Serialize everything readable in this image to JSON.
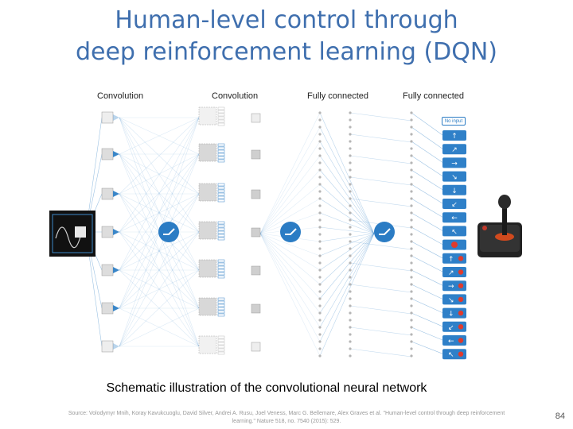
{
  "title": {
    "line1": "Human-level control through",
    "line2": "deep reinforcement learning (DQN)"
  },
  "figure": {
    "column_labels": {
      "conv1": "Convolution",
      "conv2": "Convolution",
      "fc1": "Fully connected",
      "fc2": "Fully connected"
    },
    "no_input_label": "No input",
    "action_arrows": [
      "↑",
      "↗",
      "→",
      "↘",
      "↓",
      "↙",
      "←",
      "↖",
      "●",
      "↑+●",
      "↗+●",
      "→+●",
      "↘+●",
      "↓+●",
      "↙+●",
      "←+●",
      "↖+●"
    ],
    "colors": {
      "accent_blue": "#2b7cc4",
      "action_button": "#2f80c8",
      "fire_red": "#e03a2c",
      "node_gray": "#b5b5b5"
    },
    "icons": [
      "game-screen-icon",
      "relu-icon",
      "joystick-icon"
    ]
  },
  "caption": "Schematic illustration of the convolutional neural network",
  "source": {
    "line1": "Source: Volodymyr Mnih, Koray Kavukcuoglu, David Silver, Andrei A. Rusu, Joel Veness, Marc G. Bellemare, Alex Graves et al. \"Human-level control through deep reinforcement",
    "line2": "learning.\" Nature 518, no. 7540 (2015): 529."
  },
  "page_number": "84"
}
